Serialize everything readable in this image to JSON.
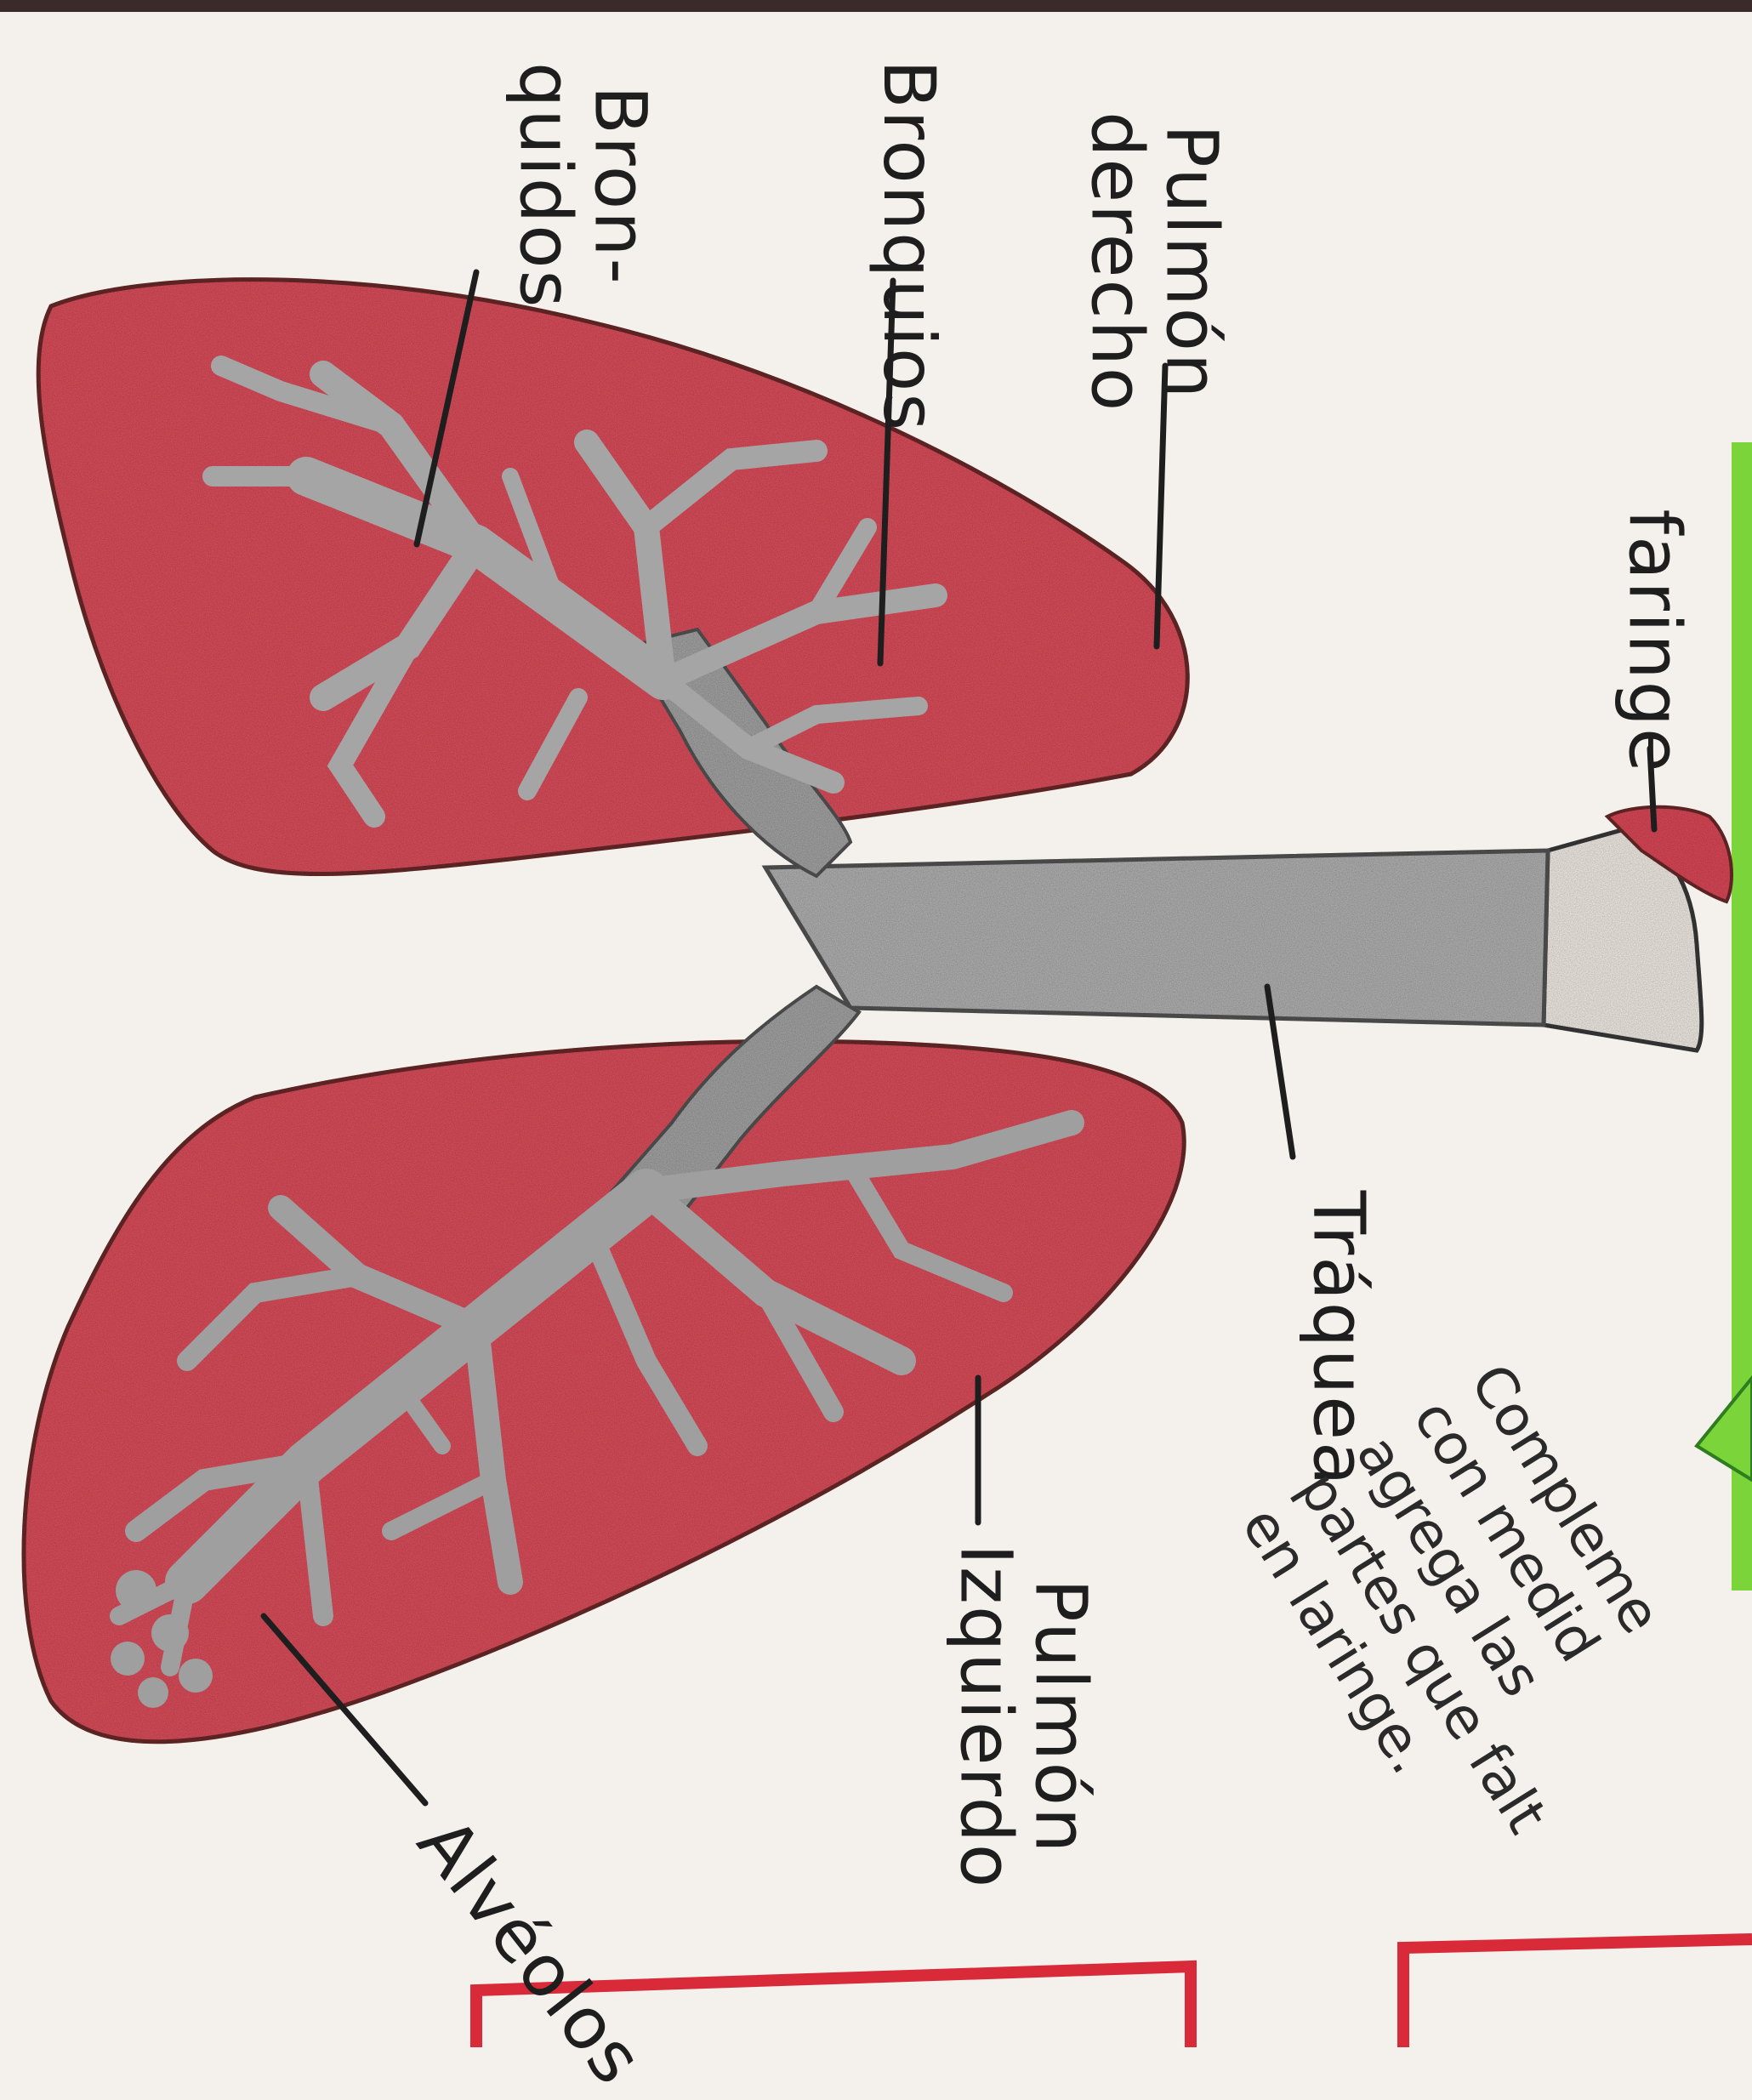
{
  "labels": {
    "pulmon_derecho": [
      "Pulmón",
      "derecho"
    ],
    "bronquios": "Bronquios",
    "bronquiolos": [
      "Bron-",
      "quidos"
    ],
    "faringe": "faringe",
    "traquea": "Tráquea",
    "pulmon_izquierdo": [
      "Pulmón",
      "Izquierdo"
    ],
    "alveolos": "Alvéolos"
  },
  "note": [
    "Compleme",
    "con medid",
    "agrega las",
    "partes que falt",
    "en laringe."
  ],
  "colors": {
    "paper": "#f4f1ec",
    "lung": "#e0505e",
    "bronchi": "#a7a7a7",
    "green_strip": "#7ad43a",
    "red_box": "#d92a3a",
    "ink": "#1e1e1e"
  }
}
